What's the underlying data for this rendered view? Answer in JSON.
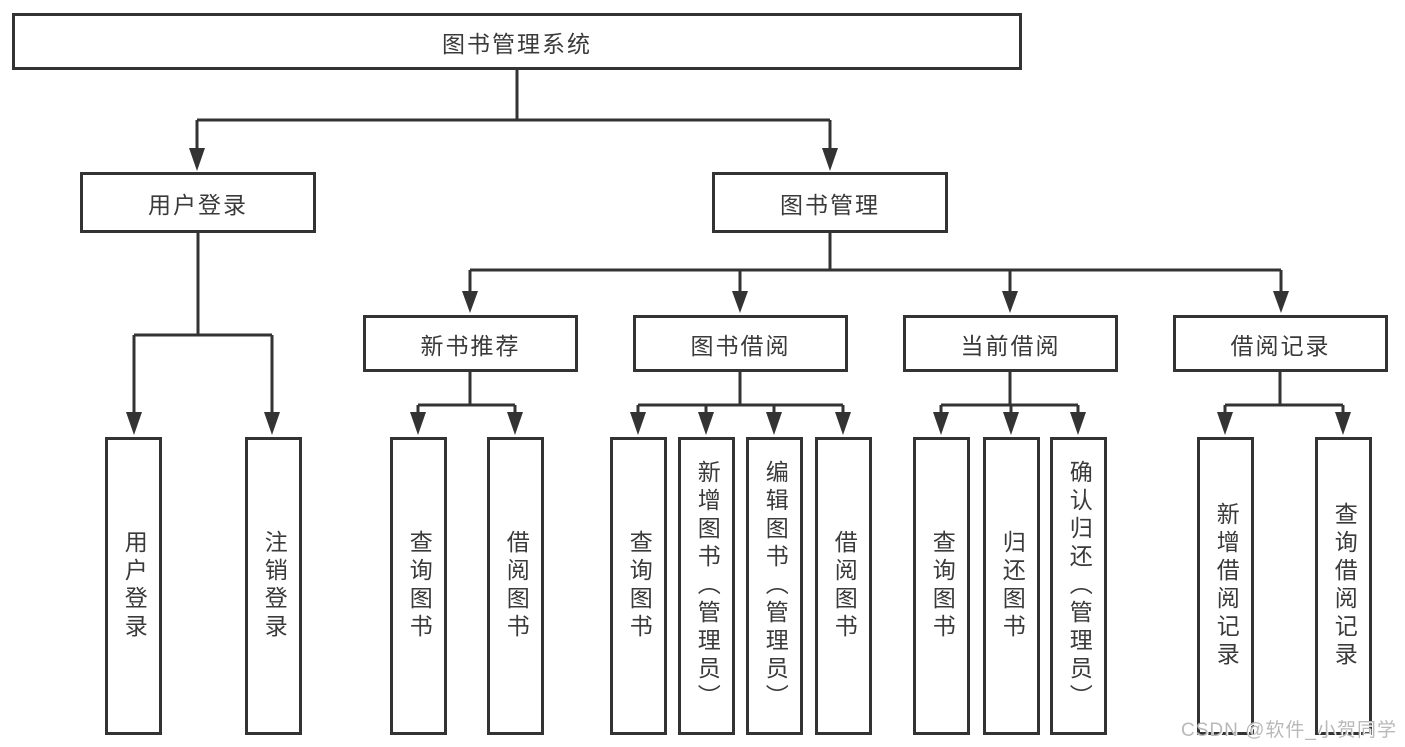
{
  "diagram": {
    "root": "图书管理系统",
    "level2": {
      "login": "用户登录",
      "management": "图书管理"
    },
    "level3": {
      "recommend": "新书推荐",
      "borrow": "图书借阅",
      "current": "当前借阅",
      "records": "借阅记录"
    },
    "leaves": {
      "login": [
        "用户登录",
        "注销登录"
      ],
      "recommend": [
        "查询图书",
        "借阅图书"
      ],
      "borrow": [
        "查询图书",
        "新增图书（管理员）",
        "编辑图书（管理员）",
        "借阅图书"
      ],
      "current": [
        "查询图书",
        "归还图书",
        "确认归还（管理员）"
      ],
      "records": [
        "新增借阅记录",
        "查询借阅记录"
      ]
    }
  },
  "watermark": "CSDN @软件_小贺同学",
  "colors": {
    "line": "#333333",
    "text": "#3a3a3a",
    "watermark": "#b9b9b9",
    "background": "#ffffff"
  }
}
